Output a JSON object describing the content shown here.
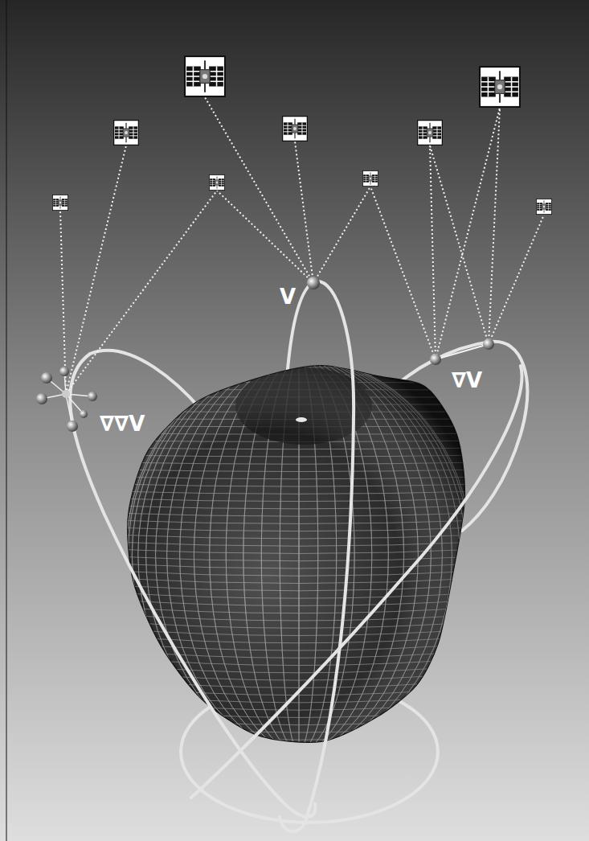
{
  "diagram": {
    "labels": [
      "V",
      "∇V",
      "∇∇V"
    ]
  }
}
